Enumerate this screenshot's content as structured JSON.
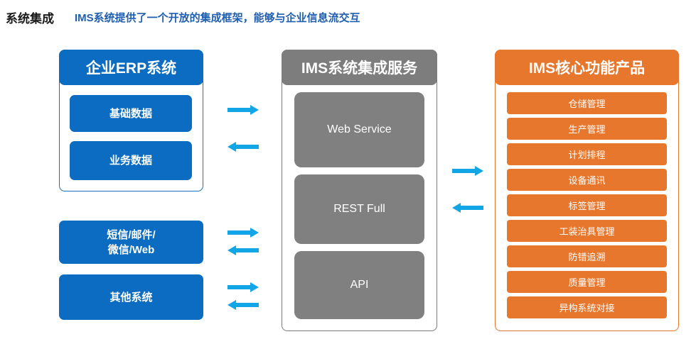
{
  "heading": {
    "title": "系统集成",
    "subtitle": "IMS系统提供了一个开放的集成框架，能够与企业信息流交互"
  },
  "erp": {
    "title": "企业ERP系统",
    "items": [
      "基础数据",
      "业务数据"
    ]
  },
  "external": {
    "items": [
      {
        "line1": "短信/邮件/",
        "line2": "微信/Web"
      },
      {
        "line1": "其他系统",
        "line2": ""
      }
    ]
  },
  "ims_service": {
    "title": "IMS系统集成服务",
    "items": [
      "Web Service",
      "REST Full",
      "API"
    ]
  },
  "ims_core": {
    "title": "IMS核心功能产品",
    "items": [
      "仓储管理",
      "生产管理",
      "计划排程",
      "设备通讯",
      "标签管理",
      "工装治具管理",
      "防错追溯",
      "质量管理",
      "异构系统对接"
    ]
  },
  "colors": {
    "blue": "#0b6cc2",
    "gray": "#7d7d7d",
    "orange": "#e8772e",
    "arrow": "#12a6e6"
  },
  "icons": {
    "arrow_right": "arrow-right-icon",
    "arrow_left": "arrow-left-icon"
  }
}
